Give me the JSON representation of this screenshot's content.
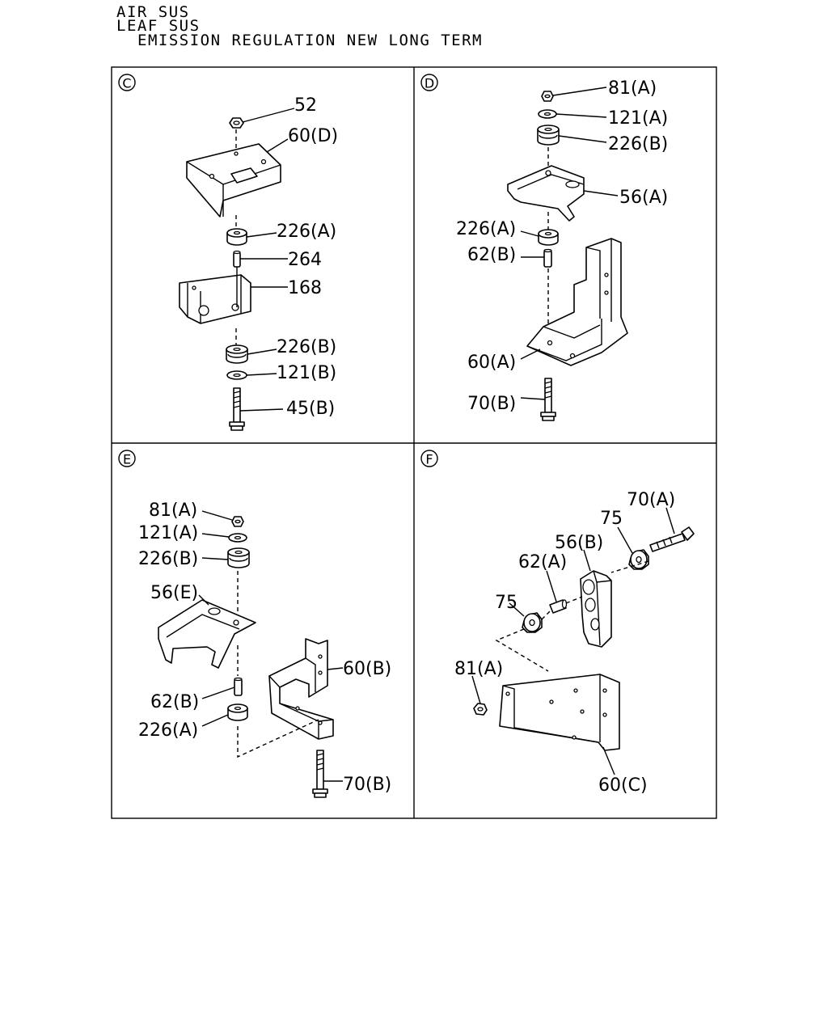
{
  "header": {
    "line1": "AIR SUS",
    "line2": "LEAF SUS",
    "line3": "EMISSION REGULATION NEW LONG TERM"
  },
  "panels": {
    "C": {
      "letter": "C",
      "labels": {
        "p52": "52",
        "p60D": "60(D)",
        "p226A": "226(A)",
        "p264": "264",
        "p168": "168",
        "p226B": "226(B)",
        "p121B": "121(B)",
        "p45B": "45(B)"
      }
    },
    "D": {
      "letter": "D",
      "labels": {
        "p81A": "81(A)",
        "p121A": "121(A)",
        "p226B": "226(B)",
        "p56A": "56(A)",
        "p226A": "226(A)",
        "p62B": "62(B)",
        "p60A": "60(A)",
        "p70B": "70(B)"
      }
    },
    "E": {
      "letter": "E",
      "labels": {
        "p81A": "81(A)",
        "p121A": "121(A)",
        "p226B": "226(B)",
        "p56E": "56(E)",
        "p60B": "60(B)",
        "p62B": "62(B)",
        "p226A": "226(A)",
        "p70B": "70(B)"
      }
    },
    "F": {
      "letter": "F",
      "labels": {
        "p70A": "70(A)",
        "p75a": "75",
        "p56B": "56(B)",
        "p62A": "62(A)",
        "p75b": "75",
        "p81A": "81(A)",
        "p60C": "60(C)"
      }
    }
  }
}
